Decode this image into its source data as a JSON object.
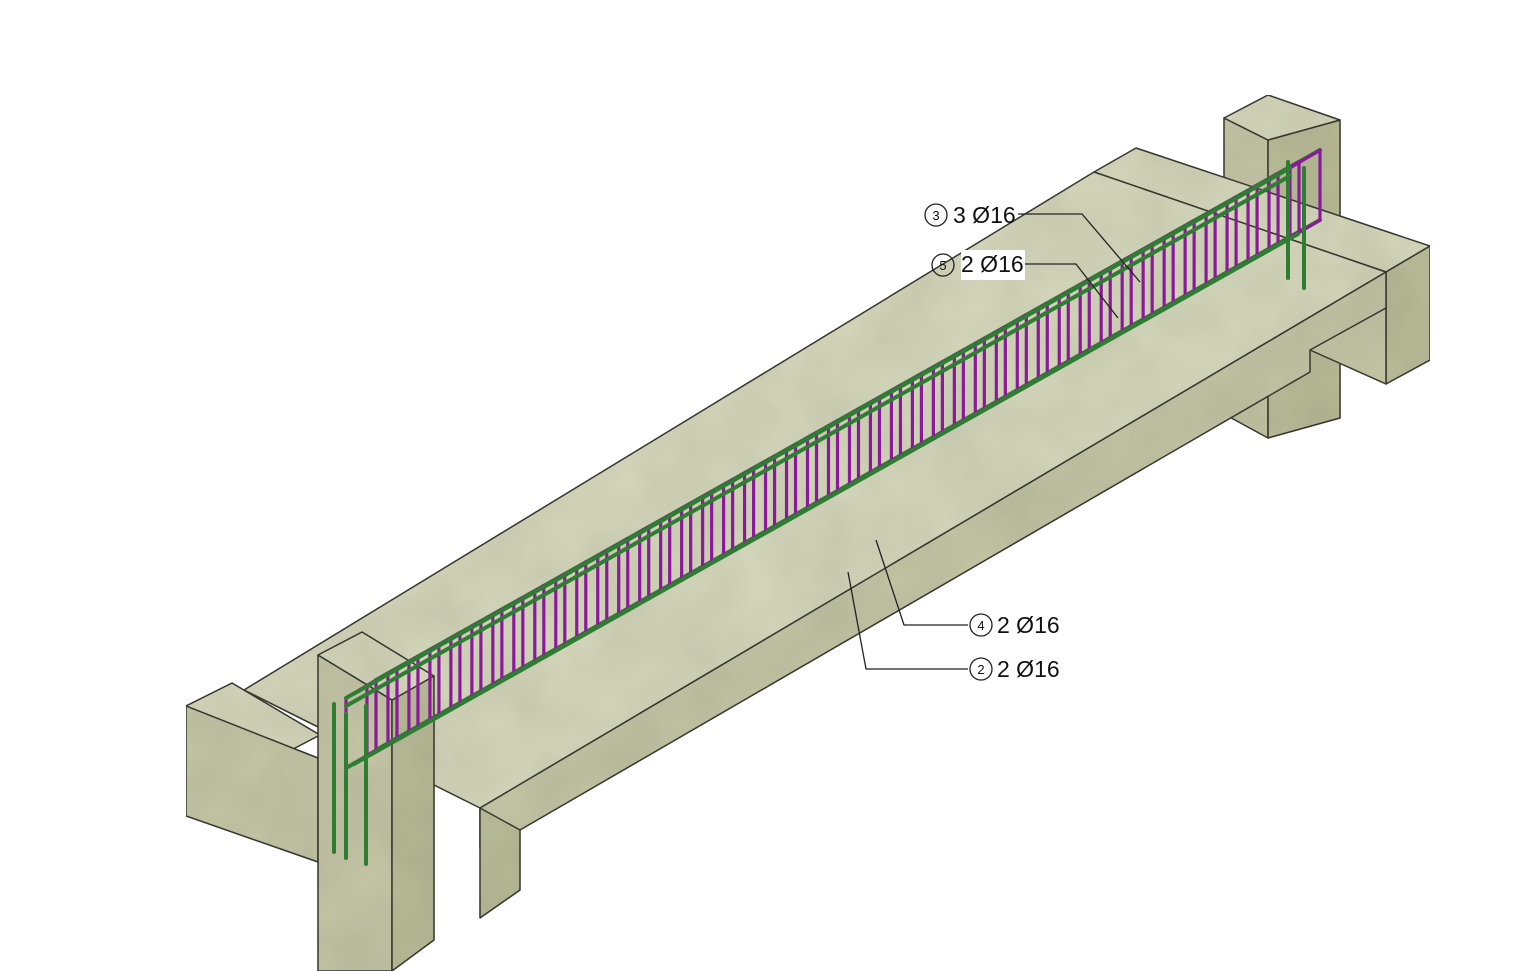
{
  "callouts": [
    {
      "mark": "3",
      "text": "3 Ø16"
    },
    {
      "mark": "5",
      "text": "2 Ø16"
    },
    {
      "mark": "4",
      "text": "2 Ø16"
    },
    {
      "mark": "2",
      "text": "2 Ø16"
    }
  ],
  "colors": {
    "concrete_top": "#d6d8bc",
    "concrete_front": "#c4c6a6",
    "concrete_side": "#b9bb98",
    "concrete_edge": "#3a3a32",
    "stirrup": "#8a1a9a",
    "longitudinal_bar": "#2e7d32",
    "leader_line": "#222222"
  }
}
